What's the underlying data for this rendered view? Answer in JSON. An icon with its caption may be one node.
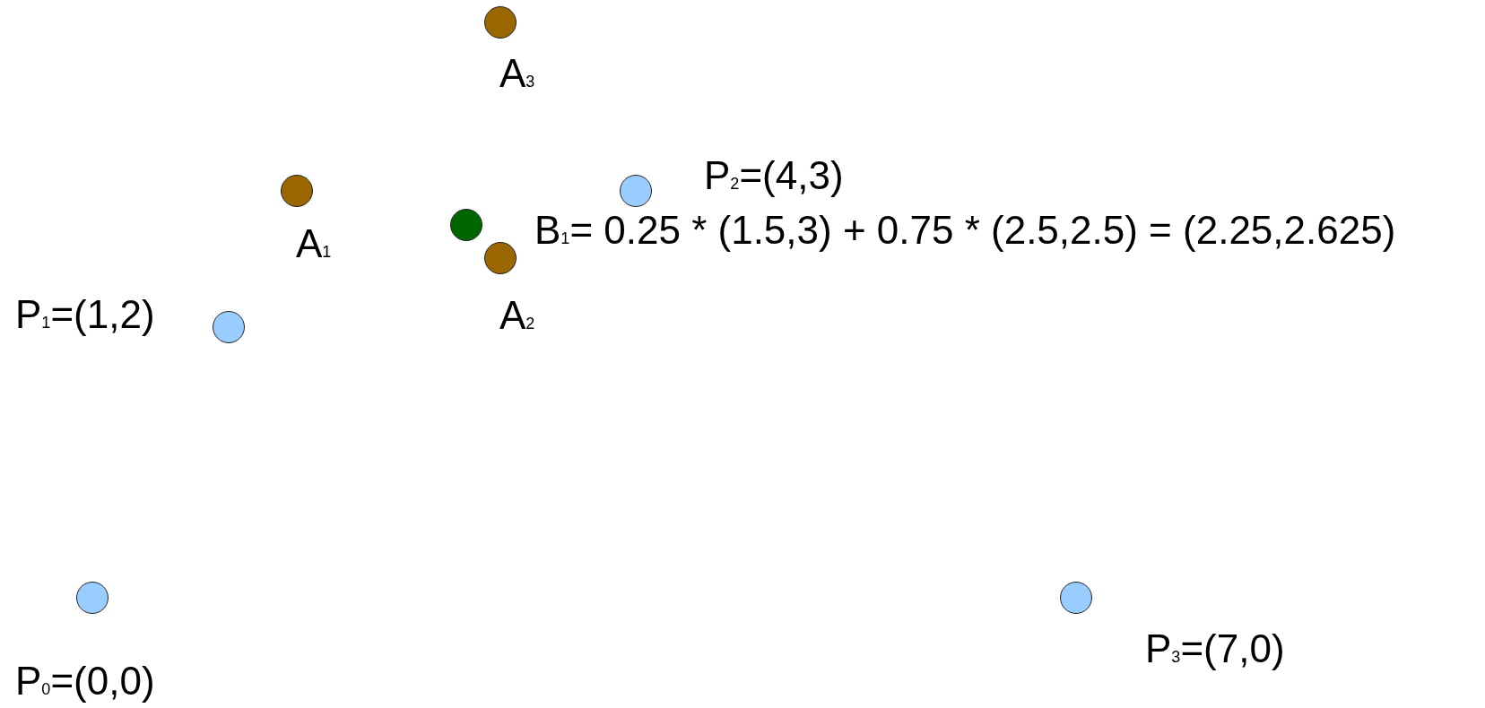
{
  "diagram": {
    "nodes": [
      {
        "text": [],
        "shape": "circle",
        "beside": [
          "A$_{3}$"
        ]
      },
      {
        "text": [],
        "shape": "circle",
        "beside": [
          "A$_{1}$"
        ]
      },
      {
        "text": [],
        "shape": "circle",
        "beside": [
          "P$_{2}$=(4,3)"
        ]
      },
      {
        "text": [],
        "shape": "circle"
      },
      {
        "text": [],
        "shape": "circle",
        "beside": [
          "A$_{2}$"
        ]
      },
      {
        "text": [],
        "shape": "circle",
        "beside": [
          "P$_{1}$=(1,2)"
        ]
      },
      {
        "text": [],
        "shape": "circle",
        "beside": [
          "P$_{0}$=(0,0)"
        ]
      },
      {
        "text": [],
        "shape": "circle",
        "beside": [
          "P$_{3}$=(7,0)"
        ]
      }
    ],
    "labels": [
      "B$_{1}$= 0.25 * (1.5,3) + 0.75 * (2.5,2.5) = (2.25,2.625)"
    ]
  }
}
